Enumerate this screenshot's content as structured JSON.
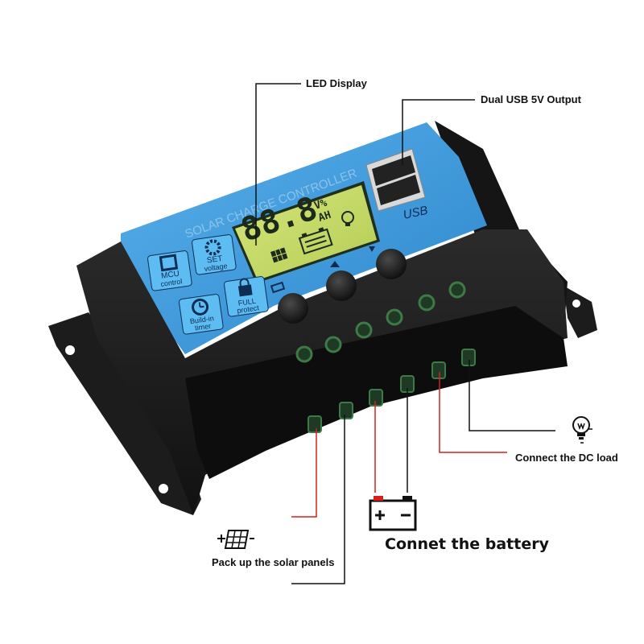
{
  "device": {
    "face_title": "SOLAR CHARGE CONTROLLER",
    "lcd_digits": "88.8",
    "lcd_units_top": "V%",
    "lcd_units_bottom": "AH",
    "usb_text": "USB",
    "features": [
      {
        "line1": "MCU",
        "line2": "control",
        "icon": "chip-icon"
      },
      {
        "line1": "SET",
        "line2": "voltage",
        "icon": "gear-icon"
      },
      {
        "line1": "Build-in",
        "line2": "timer",
        "icon": "clock-icon"
      },
      {
        "line1": "FULL",
        "line2": "protect",
        "icon": "lock-icon"
      }
    ]
  },
  "callouts": {
    "led_display": "LED Display",
    "usb_output": "Dual USB 5V Output",
    "dc_load": "Connect the DC load",
    "battery": "Connet the battery",
    "solar": "Pack up the solar panels"
  },
  "colors": {
    "panel_blue": "#3a98de",
    "body_black": "#1a1a1a",
    "lcd_green": "#c6d96a",
    "polarity_red": "#d81e1e",
    "terminal_green": "#2f6a3a"
  },
  "icons": [
    "lightbulb-icon",
    "battery-icon",
    "solar-panel-icon"
  ]
}
